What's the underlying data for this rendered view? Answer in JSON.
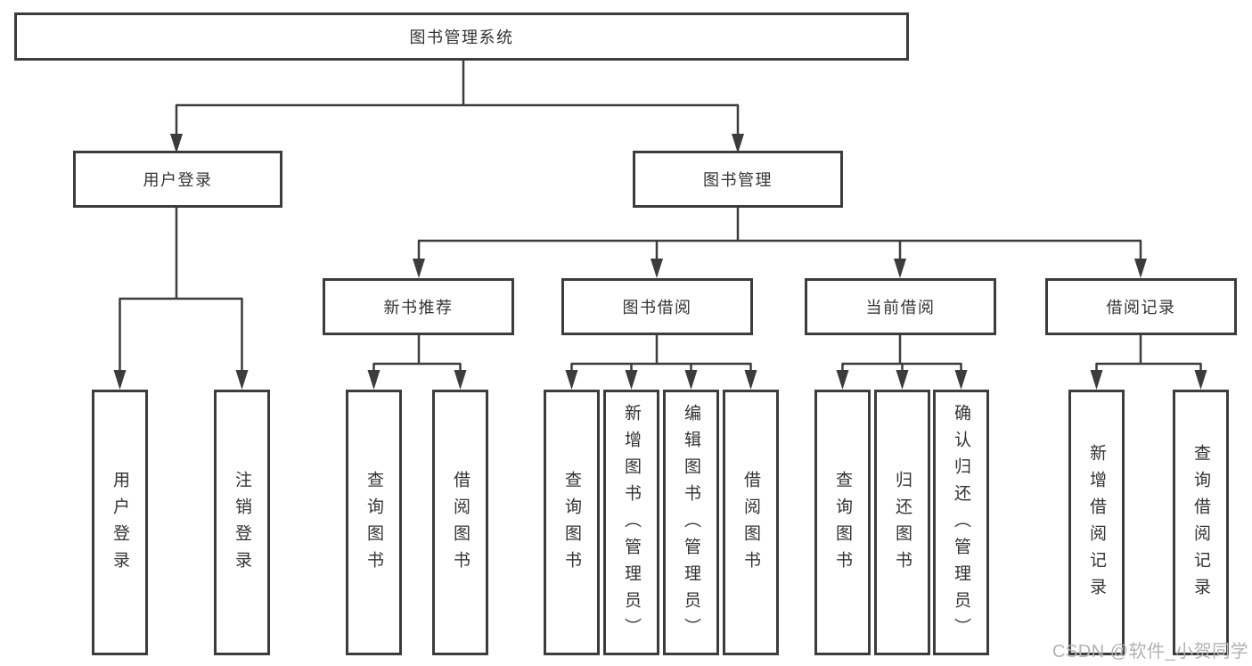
{
  "diagram": {
    "root": "图书管理系统",
    "level2": {
      "login": "用户登录",
      "management": "图书管理"
    },
    "level3": {
      "new_book": "新书推荐",
      "borrow": "图书借阅",
      "current": "当前借阅",
      "records": "借阅记录"
    },
    "leaves": {
      "login": [
        "用户登录",
        "注销登录"
      ],
      "new_book": [
        "查询图书",
        "借阅图书"
      ],
      "borrow": [
        "查询图书",
        "新增图书（管理员）",
        "编辑图书（管理员）",
        "借阅图书"
      ],
      "current": [
        "查询图书",
        "归还图书",
        "确认归还（管理员）"
      ],
      "records": [
        "新增借阅记录",
        "查询借阅记录"
      ]
    }
  },
  "watermark": "CSDN @软件_小贺同学",
  "colors": {
    "line": "#3c3c3c",
    "text": "#333333",
    "watermark": "#b2b2b2",
    "background": "#ffffff"
  }
}
